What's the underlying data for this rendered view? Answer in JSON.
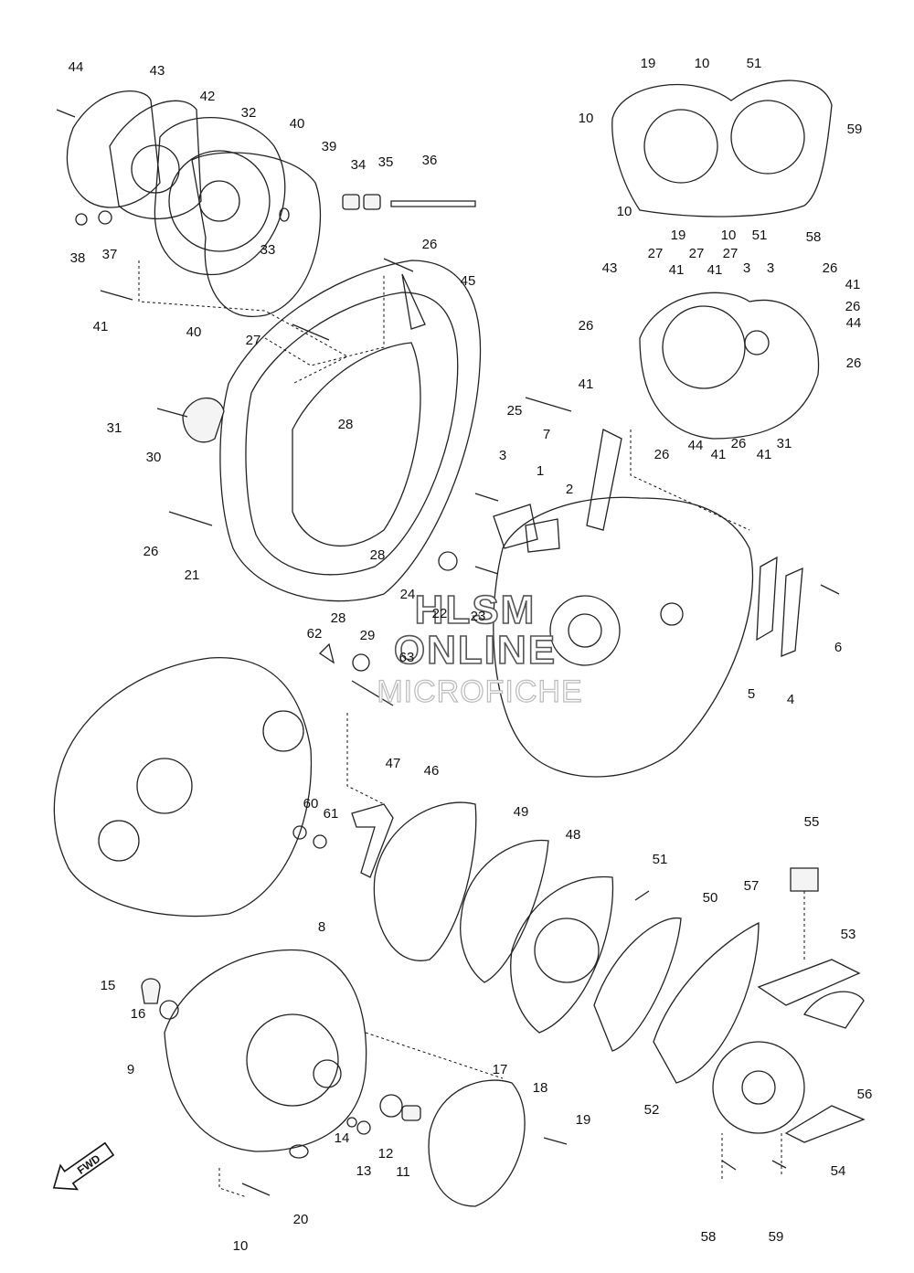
{
  "watermark": {
    "line1": "HLSM",
    "line2": "ONLINE",
    "line3": "MICROFICHE"
  },
  "fwd_badge": "FWD",
  "callouts": [
    "44",
    "43",
    "42",
    "32",
    "40",
    "39",
    "34",
    "35",
    "36",
    "38",
    "37",
    "33",
    "41",
    "40",
    "26",
    "45",
    "27",
    "31",
    "30",
    "25",
    "28",
    "21",
    "26",
    "28",
    "28",
    "29",
    "24",
    "22",
    "23",
    "7",
    "3",
    "1",
    "2",
    "6",
    "5",
    "4",
    "62",
    "63",
    "47",
    "46",
    "60",
    "61",
    "49",
    "48",
    "51",
    "50",
    "57",
    "55",
    "53",
    "56",
    "52",
    "54",
    "58",
    "59",
    "8",
    "15",
    "16",
    "9",
    "17",
    "18",
    "19",
    "14",
    "13",
    "12",
    "11",
    "20",
    "10",
    "19",
    "10",
    "51",
    "10",
    "59",
    "10",
    "19",
    "10",
    "51",
    "58",
    "43",
    "27",
    "41",
    "27",
    "41",
    "27",
    "3",
    "3",
    "26",
    "41",
    "26",
    "26",
    "44",
    "26",
    "41",
    "44",
    "26",
    "41",
    "26",
    "41",
    "31"
  ]
}
